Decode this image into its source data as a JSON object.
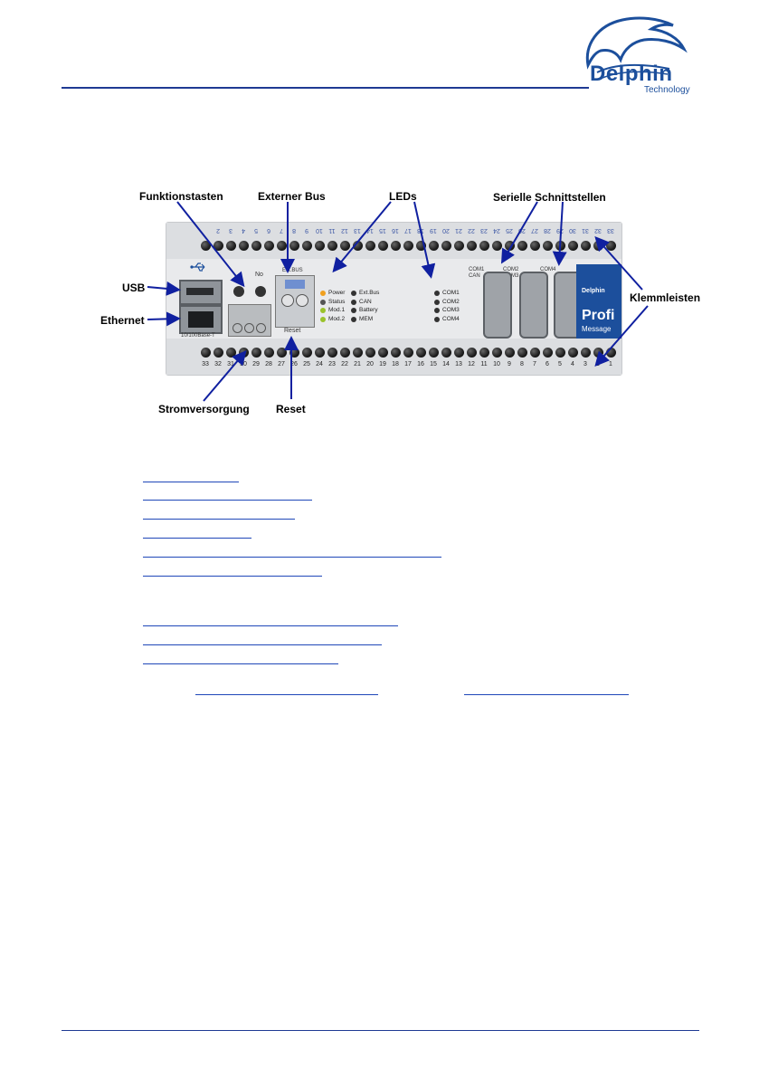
{
  "brand": {
    "name": "Delphin",
    "sub": "Technology",
    "colors": {
      "brand_blue": "#1c4f9c",
      "rule_blue": "#1f3a93",
      "arrow_blue": "#1020a0"
    }
  },
  "figure": {
    "callouts": {
      "funktionstasten": "Funktionstasten",
      "externer_bus": "Externer Bus",
      "leds": "LEDs",
      "serielle": "Serielle Schnittstellen",
      "usb": "USB",
      "ethernet": "Ethernet",
      "klemmleisten": "Klemmleisten",
      "stromversorgung": "Stromversorgung",
      "reset": "Reset"
    },
    "device": {
      "top_numbers": [
        "33",
        "32",
        "31",
        "30",
        "29",
        "28",
        "27",
        "26",
        "25",
        "24",
        "23",
        "22",
        "21",
        "20",
        "19",
        "18",
        "17",
        "16",
        "15",
        "14",
        "13",
        "12",
        "11",
        "10",
        "9",
        "8",
        "7",
        "6",
        "5",
        "4",
        "3",
        "2"
      ],
      "bottom_numbers": [
        "33",
        "32",
        "31",
        "30",
        "29",
        "28",
        "27",
        "26",
        "25",
        "24",
        "23",
        "22",
        "21",
        "20",
        "19",
        "18",
        "17",
        "16",
        "15",
        "14",
        "13",
        "12",
        "11",
        "10",
        "9",
        "8",
        "7",
        "6",
        "5",
        "4",
        "3",
        "2",
        "1"
      ],
      "eth_label": "10/100Base-T",
      "no_label": "No",
      "extbus_label": "Ext.BUS",
      "reset_label": "Reset",
      "led_left": [
        "Power",
        "Status",
        "Mod.1",
        "Mod.2"
      ],
      "led_right": [
        "Ext.Bus",
        "CAN",
        "Battery",
        "MEM"
      ],
      "com_leds": [
        "COM1",
        "COM2",
        "COM3",
        "COM4"
      ],
      "port_labels": {
        "com1": "COM1\nCAN",
        "com23": "COM2\nCOM3",
        "com4": "COM4"
      },
      "panel_brand": "Delphin",
      "panel_title": "Profi",
      "panel_sub": "Message"
    }
  }
}
